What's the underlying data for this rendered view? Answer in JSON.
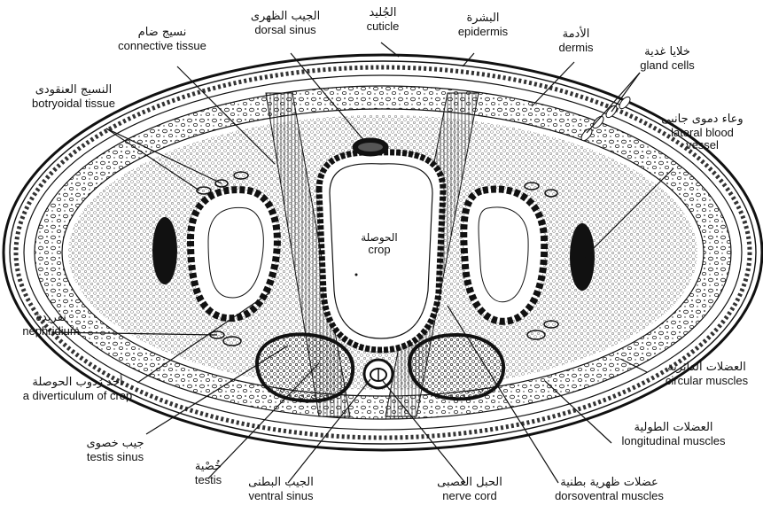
{
  "labels": {
    "connective_tissue": {
      "ar": "نسيج ضام",
      "en": "connective tissue"
    },
    "dorsal_sinus": {
      "ar": "الجيب الظهرى",
      "en": "dorsal sinus"
    },
    "cuticle": {
      "ar": "الجُليد",
      "en": "cuticle"
    },
    "epidermis": {
      "ar": "البشرة",
      "en": "epidermis"
    },
    "dermis": {
      "ar": "الأدمة",
      "en": "dermis"
    },
    "gland_cells": {
      "ar": "خلايا غدية",
      "en": "gland cells"
    },
    "botryoidal_tissue": {
      "ar": "النسيج العنقودى",
      "en": "botryoidal tissue"
    },
    "lateral_blood_vessel": {
      "ar": "وعاء دموى جانبى",
      "en_line1": "lateral blood",
      "en_line2": "vessel"
    },
    "crop": {
      "ar": "الحوصلة",
      "en": "crop"
    },
    "nephridium": {
      "ar": "نفريدة",
      "en": "nephridium"
    },
    "diverticulum": {
      "ar": "أحد رُدوب الحوصلة",
      "en": "a diverticulum of crop"
    },
    "testis_sinus": {
      "ar": "جيب خصوى",
      "en": "testis sinus"
    },
    "testis": {
      "ar": "خُصْية",
      "en": "testis"
    },
    "ventral_sinus": {
      "ar": "الجيب البطنى",
      "en": "ventral sinus"
    },
    "nerve_cord": {
      "ar": "الحبل العصبى",
      "en": "nerve cord"
    },
    "dorsoventral_muscles": {
      "ar": "عضلات ظهرية بطنية",
      "en": "dorsoventral muscles"
    },
    "longitudinal_muscles": {
      "ar": "العضلات الطولية",
      "en": "longitudinal muscles"
    },
    "circular_muscles": {
      "ar": "العضلات الدائرية",
      "en": "circular muscles"
    }
  }
}
